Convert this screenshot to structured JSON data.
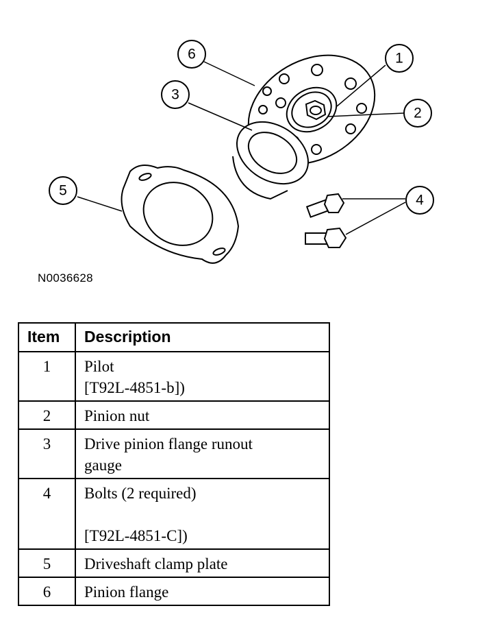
{
  "figure": {
    "id": "N0036628",
    "callouts": [
      "1",
      "2",
      "3",
      "4",
      "5",
      "6"
    ]
  },
  "table": {
    "headers": {
      "item": "Item",
      "description": "Description"
    },
    "rows": [
      {
        "item": "1",
        "lines": [
          "Pilot",
          "[T92L-4851-b])"
        ]
      },
      {
        "item": "2",
        "lines": [
          "Pinion nut"
        ]
      },
      {
        "item": "3",
        "lines": [
          "Drive pinion flange runout",
          "gauge"
        ]
      },
      {
        "item": "4",
        "lines": [
          "Bolts (2 required)",
          "",
          "[T92L-4851-C])"
        ]
      },
      {
        "item": "5",
        "lines": [
          "Driveshaft clamp plate"
        ]
      },
      {
        "item": "6",
        "lines": [
          "Pinion flange"
        ]
      }
    ]
  }
}
